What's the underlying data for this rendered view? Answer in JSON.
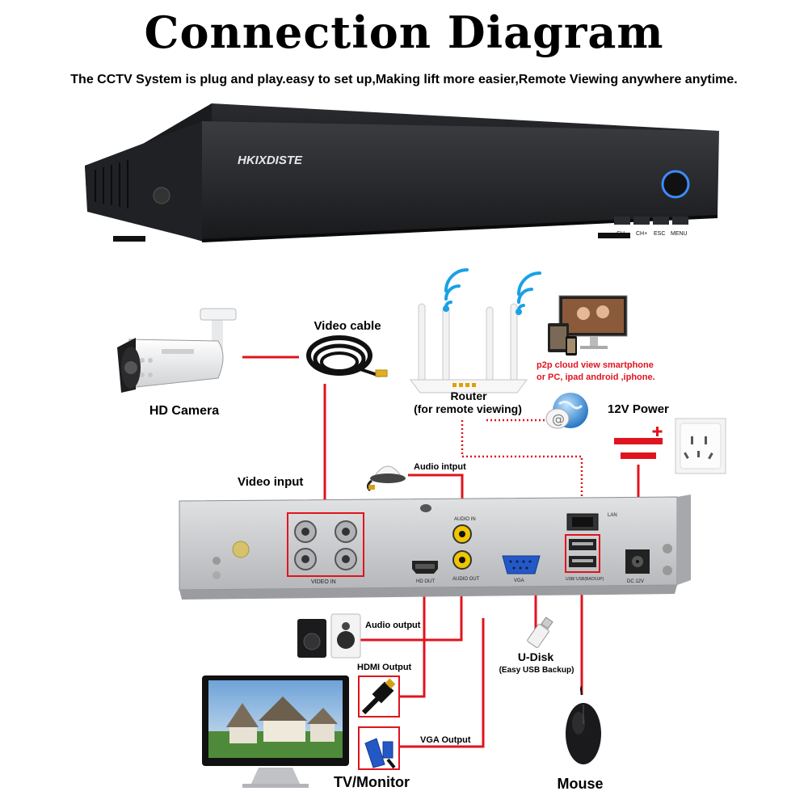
{
  "title": "Connection Diagram",
  "subtitle": "The CCTV System is plug and play.easy to set up,Making lift more easier,Remote Viewing anywhere anytime.",
  "dvr_front": {
    "brand": "HKIXDISTE",
    "buttons": [
      "CH-",
      "CH+",
      "ESC",
      "MENU"
    ]
  },
  "dvr_back": {
    "video_in_label": "VIDEO IN",
    "audio_in_label": "AUDIO IN",
    "audio_out_label": "AUDIO OUT",
    "hdout_label": "HD OUT",
    "vga_label": "VGA",
    "lan_label": "LAN",
    "usb_label": "USB/ USB(BACKUP)",
    "dc_label": "DC 12V"
  },
  "labels": {
    "hd_camera": "HD Camera",
    "video_cable": "Video cable",
    "router": "Router",
    "router_sub": "(for remote viewing)",
    "p2p_line1": "p2p cloud  view smartphone",
    "p2p_line2": "or PC, ipad android ,iphone.",
    "power": "12V Power",
    "video_input": "Video input",
    "audio_input": "Audio intput",
    "audio_output": "Audio output",
    "hdmi_output": "HDMI Output",
    "vga_output": "VGA Output",
    "udisk": "U-Disk",
    "udisk_sub": "(Easy USB Backup)",
    "tv_monitor": "TV/Monitor",
    "mouse": "Mouse"
  },
  "colors": {
    "connector": "#e0141e",
    "dvr_body": "#1c1d20",
    "dvr_back": "#c9cbcd"
  }
}
